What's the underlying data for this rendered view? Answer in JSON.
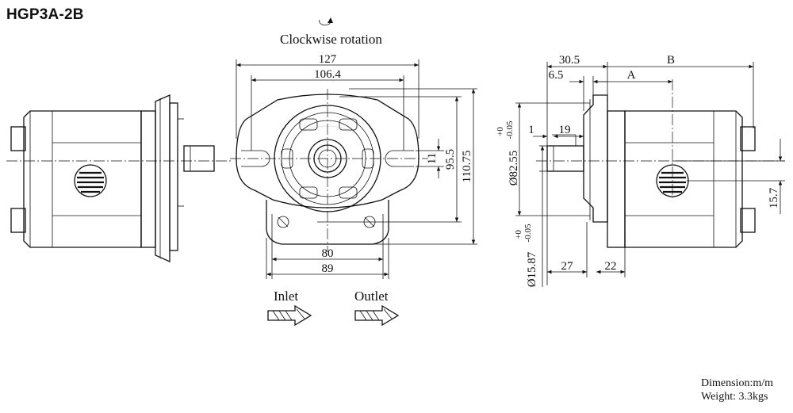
{
  "title": "HGP3A-2B",
  "rotation_label": "Clockwise rotation",
  "ports": {
    "inlet": "Inlet",
    "outlet": "Outlet"
  },
  "dimensions": {
    "front_width_outer": "127",
    "front_width_inner": "106.4",
    "front_height_inner": "95.5",
    "front_height_outer": "110.75",
    "port_offset": "11",
    "base_width_inner": "80",
    "base_width_outer": "89",
    "side_30_5": "30.5",
    "side_6_5": "6.5",
    "side_A": "A",
    "side_B": "B",
    "side_1": "1",
    "side_19": "19",
    "pilot_dia": "Ø82.55",
    "pilot_tol_upper": "+0",
    "pilot_tol_lower": "-0.05",
    "shaft_dia": "Ø15.87",
    "shaft_tol_upper": "+0",
    "shaft_tol_lower": "-0.05",
    "side_27": "27",
    "side_22": "22",
    "side_15_7": "15.7"
  },
  "notes": {
    "dimension": "Dimension:m/m",
    "weight": "Weight: 3.3kgs"
  }
}
